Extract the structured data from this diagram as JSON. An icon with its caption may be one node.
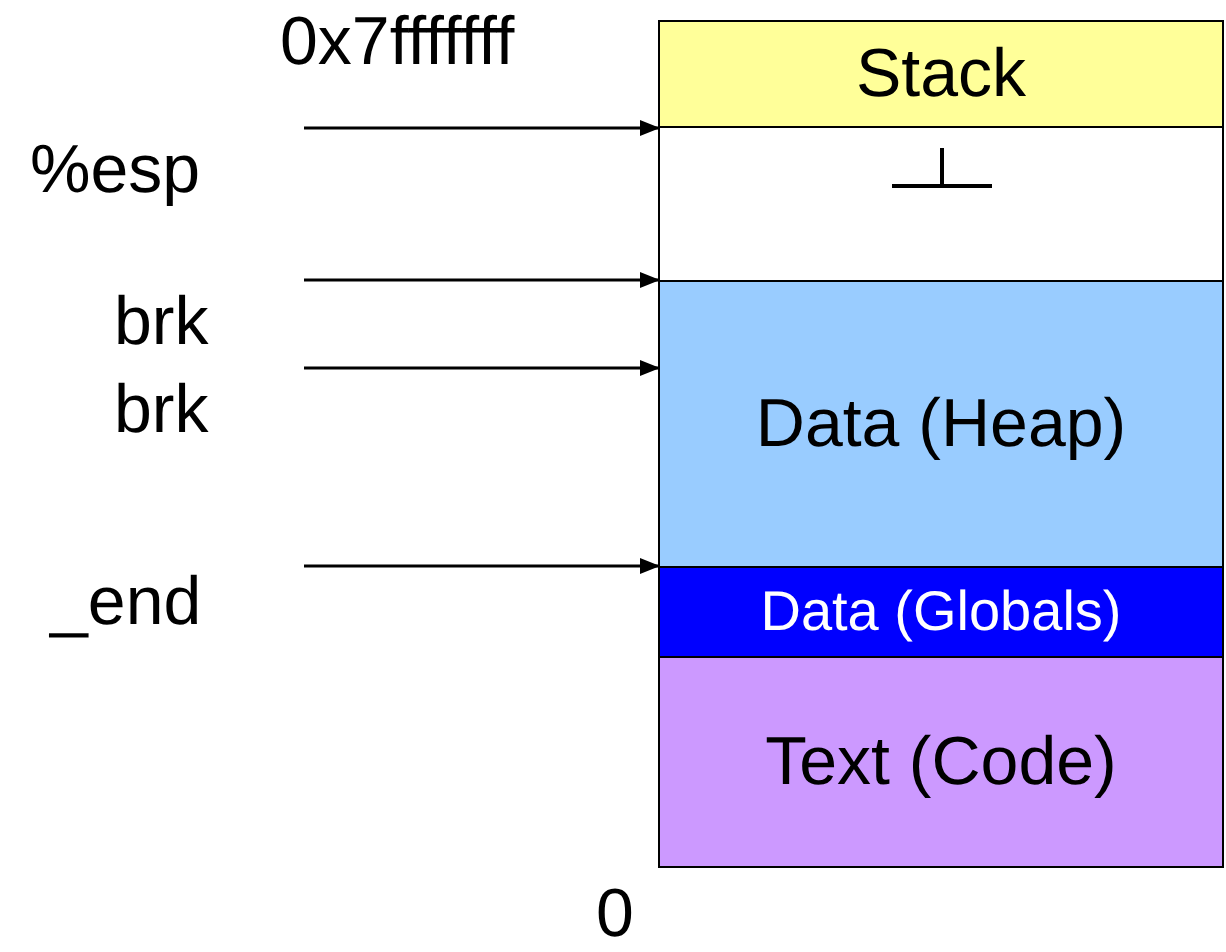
{
  "diagram": {
    "nodes": [
      {
        "text": [
          "Stack"
        ]
      },
      {
        "text": [],
        "shape": "box"
      },
      {
        "text": [
          "Data (Heap)"
        ]
      },
      {
        "text": [
          "Data (Globals)"
        ]
      },
      {
        "text": [
          "Text (Code)"
        ]
      },
      {
        "text": [
          "%esp"
        ]
      },
      {
        "text": [
          "brk"
        ]
      },
      {
        "text": [
          "brk"
        ]
      },
      {
        "text": [
          "_end"
        ]
      }
    ],
    "edges": [
      {
        "from": 5,
        "to": 1,
        "arrow": "to"
      },
      {
        "from": 6,
        "to": 2,
        "arrow": "to"
      },
      {
        "from": 7,
        "to": 2,
        "arrow": "to"
      },
      {
        "from": 8,
        "to": 3,
        "arrow": "to"
      }
    ],
    "labels": [
      "0x7fffffff",
      "0"
    ]
  }
}
